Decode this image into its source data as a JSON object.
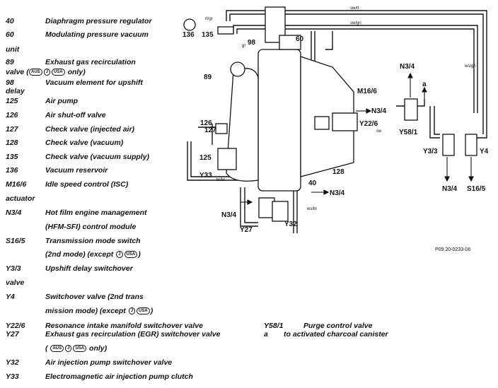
{
  "legend": [
    {
      "code": "40",
      "desc": "Diaphragm pressure regulator"
    },
    {
      "code": "60",
      "desc": "Modulating pressure vacuum"
    },
    {
      "code": "unit",
      "desc": ""
    },
    {
      "code": "89",
      "desc": "Exhaust gas recirculation"
    },
    {
      "code": "valve (",
      "desc": ""
    },
    {
      "code": "98",
      "desc": "Vacuum element for upshift"
    },
    {
      "code": "delay",
      "desc": ""
    },
    {
      "code": "125",
      "desc": "Air pump"
    },
    {
      "code": "126",
      "desc": "Air shut-off valve"
    },
    {
      "code": "127",
      "desc": "Check valve (injected air)"
    },
    {
      "code": "128",
      "desc": "Check valve (vacuum)"
    },
    {
      "code": "135",
      "desc": "Check valve (vacuum supply)"
    },
    {
      "code": "136",
      "desc": "Vacuum reservoir"
    },
    {
      "code": "M16/6",
      "desc": "Idle speed control (ISC)"
    },
    {
      "code": "actuator",
      "desc": ""
    },
    {
      "code": "N3/4",
      "desc": "Hot film engine management"
    },
    {
      "code": "",
      "desc": "(HFM-SFI) control module"
    },
    {
      "code": "S16/5",
      "desc": "Transmission mode switch"
    },
    {
      "code": "",
      "desc": "(2nd mode) (except"
    },
    {
      "code": "Y3/3",
      "desc": "Upshift delay switchover"
    },
    {
      "code": "valve",
      "desc": ""
    },
    {
      "code": "Y4",
      "desc": "Switchover valve (2nd trans"
    },
    {
      "code": "",
      "desc": "mission mode) (except"
    },
    {
      "code": "Y22/6",
      "desc": "Resonance intake manifold switchover valve"
    },
    {
      "code": "Y27",
      "desc": "Exhaust gas recirculation (EGR) switchover valve"
    },
    {
      "code": "",
      "desc": "only)"
    },
    {
      "code": "Y32",
      "desc": "Air injection pump switchover valve"
    },
    {
      "code": "Y33",
      "desc": "Electromagnetic air injection pump clutch"
    }
  ],
  "legend_right": [
    {
      "code": "Y58/1",
      "desc": "Purge control valve"
    },
    {
      "code": "a",
      "desc": "to activated charcoal canister"
    }
  ],
  "badges": {
    "aus": "AUS",
    "j": "J",
    "usa": "USA"
  },
  "badge_text": {
    "only": "only)",
    "close": ")"
  },
  "diagram_labels": {
    "l136": "136",
    "l135": "135",
    "l98": "98",
    "l60": "60",
    "l89": "89",
    "l126": "126",
    "l127": "127",
    "l125": "125",
    "ly33": "Y33",
    "lm166": "M16/6",
    "ln34a": "N3/4",
    "ly226": "Y22/6",
    "ln34b": "N3/4",
    "ly581": "Y58/1",
    "la": "a",
    "ly33b": "Y3/3",
    "ly4": "Y4",
    "ln34c": "N3/4",
    "ls165": "S16/5",
    "l128": "128",
    "l40": "40",
    "ln34d": "N3/4",
    "ln34e": "N3/4",
    "ly27": "Y27",
    "ly32": "Y32",
    "w_rtgr": "rt/gr",
    "w_sw_rt": "sw/rt",
    "w_sw_gn": "sw/gn",
    "w_ws_gn": "ws/gn",
    "w_gr": "gr",
    "w_sw": "sw",
    "w_br_bl": "br/bl",
    "w_ws_bl": "ws/bl"
  },
  "figure_id": "P09.20-0233-06"
}
